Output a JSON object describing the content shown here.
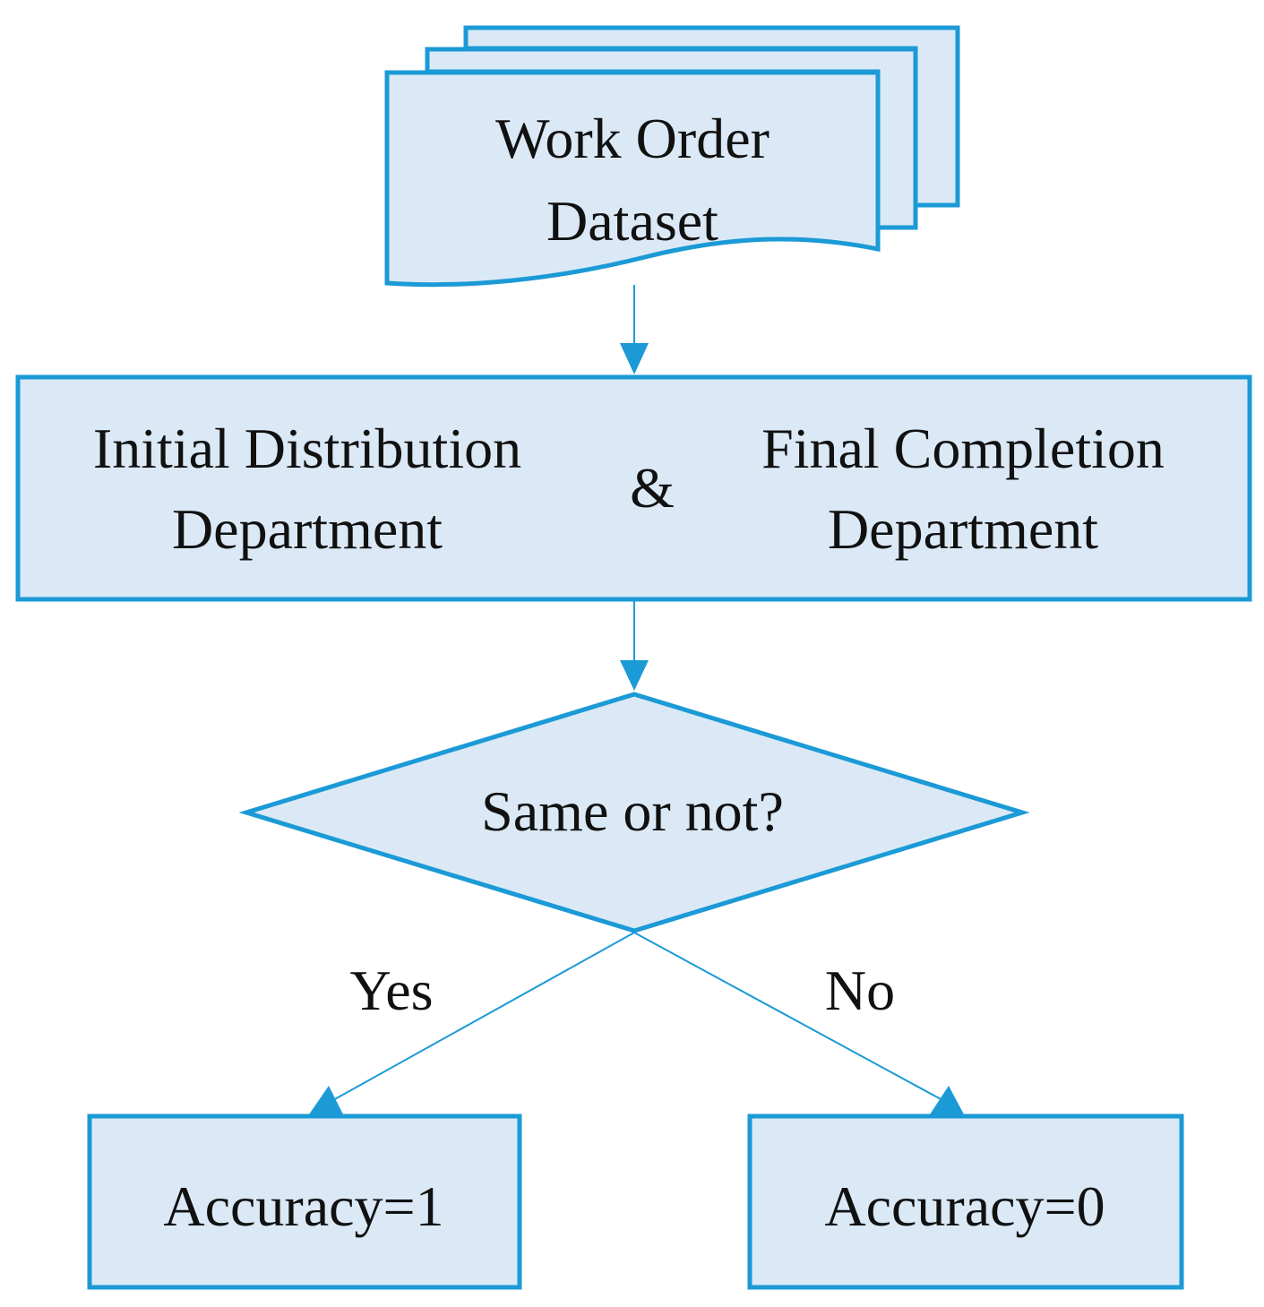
{
  "diagram": {
    "dataset": {
      "line1": "Work Order",
      "line2": "Dataset"
    },
    "departments": {
      "left_line1": "Initial Distribution",
      "left_line2": "Department",
      "ampersand": "&",
      "right_line1": "Final Completion",
      "right_line2": "Department"
    },
    "decision": {
      "label": "Same or not?"
    },
    "branches": {
      "yes_label": "Yes",
      "no_label": "No"
    },
    "results": {
      "yes_result": "Accuracy=1",
      "no_result": "Accuracy=0"
    },
    "colors": {
      "fill": "#dbe9f6",
      "stroke": "#1b9ad6",
      "text": "#111111"
    }
  }
}
